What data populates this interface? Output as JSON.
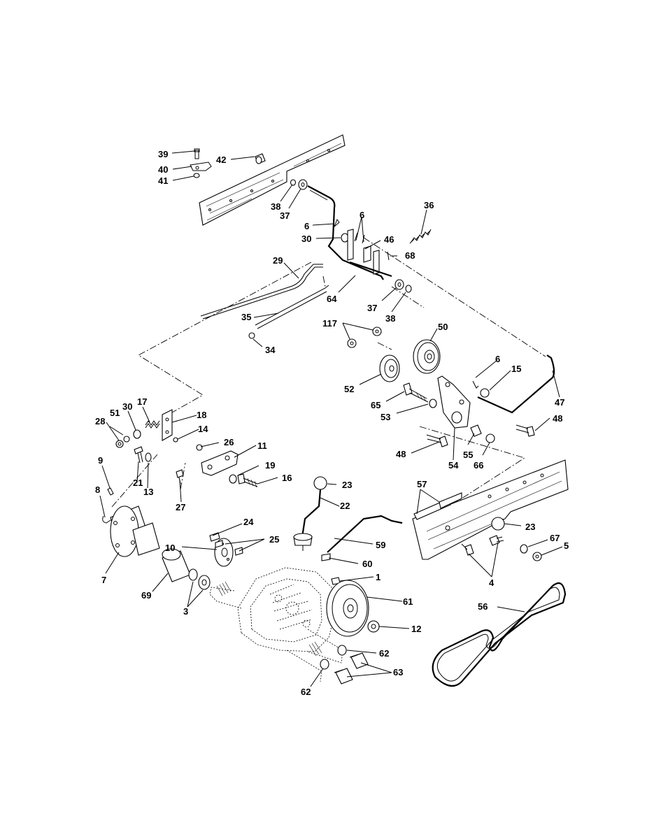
{
  "labels": {
    "l1": "1",
    "l3": "3",
    "l4": "4",
    "l5": "5",
    "l6a": "6",
    "l6b": "6",
    "l6c": "6",
    "l7": "7",
    "l8": "8",
    "l9": "9",
    "l10": "10",
    "l11": "11",
    "l12": "12",
    "l13": "13",
    "l14": "14",
    "l15": "15",
    "l16": "16",
    "l17": "17",
    "l18": "18",
    "l19": "19",
    "l21": "21",
    "l22": "22",
    "l23a": "23",
    "l23b": "23",
    "l24": "24",
    "l25": "25",
    "l26": "26",
    "l27": "27",
    "l28": "28",
    "l29": "29",
    "l30a": "30",
    "l30b": "30",
    "l34": "34",
    "l35": "35",
    "l36": "36",
    "l37a": "37",
    "l37b": "37",
    "l38a": "38",
    "l38b": "38",
    "l39": "39",
    "l40": "40",
    "l41": "41",
    "l42": "42",
    "l46": "46",
    "l47": "47",
    "l48a": "48",
    "l48b": "48",
    "l50": "50",
    "l51": "51",
    "l52": "52",
    "l53": "53",
    "l54": "54",
    "l55": "55",
    "l56": "56",
    "l57": "57",
    "l59": "59",
    "l60": "60",
    "l61": "61",
    "l62a": "62",
    "l62b": "62",
    "l63": "63",
    "l64": "64",
    "l65": "65",
    "l66": "66",
    "l67": "67",
    "l68": "68",
    "l69": "69",
    "l117": "117"
  }
}
